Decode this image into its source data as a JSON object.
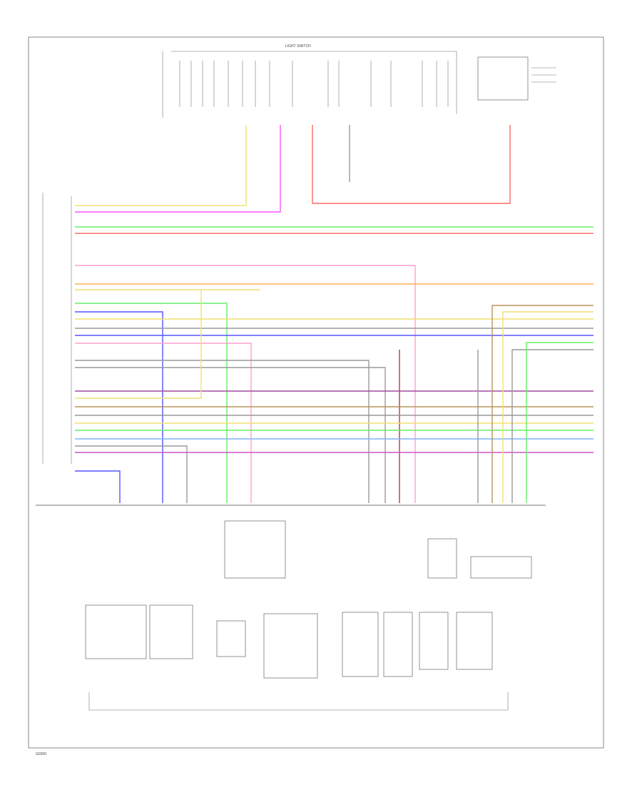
{
  "diagram": {
    "top_label": "LIGHT SWITCH",
    "footer_label": "G0300",
    "colors": {
      "yellow": "#f0e070",
      "magenta": "#ff55ff",
      "green": "#66ee66",
      "red": "#ff6a6a",
      "orange": "#ffad55",
      "blue": "#5555ff",
      "purple": "#a04ca0",
      "brown": "#b8935a",
      "gray": "#999999",
      "lightblue": "#7fb4ff",
      "pink": "#ff9fcf",
      "violet": "#cc55cc",
      "darkred": "#cc3333"
    },
    "wires": [
      {
        "color": "yellow"
      },
      {
        "color": "magenta"
      },
      {
        "color": "green"
      },
      {
        "color": "red"
      },
      {
        "color": "pink"
      },
      {
        "color": "orange"
      },
      {
        "color": "green"
      },
      {
        "color": "blue"
      },
      {
        "color": "yellow"
      },
      {
        "color": "gray"
      },
      {
        "color": "blue"
      },
      {
        "color": "pink"
      },
      {
        "color": "gray"
      },
      {
        "color": "gray"
      },
      {
        "color": "purple"
      },
      {
        "color": "brown"
      },
      {
        "color": "gray"
      },
      {
        "color": "yellow"
      },
      {
        "color": "green"
      },
      {
        "color": "blue"
      },
      {
        "color": "lightblue"
      },
      {
        "color": "gray"
      },
      {
        "color": "yellow"
      },
      {
        "color": "violet"
      }
    ]
  }
}
